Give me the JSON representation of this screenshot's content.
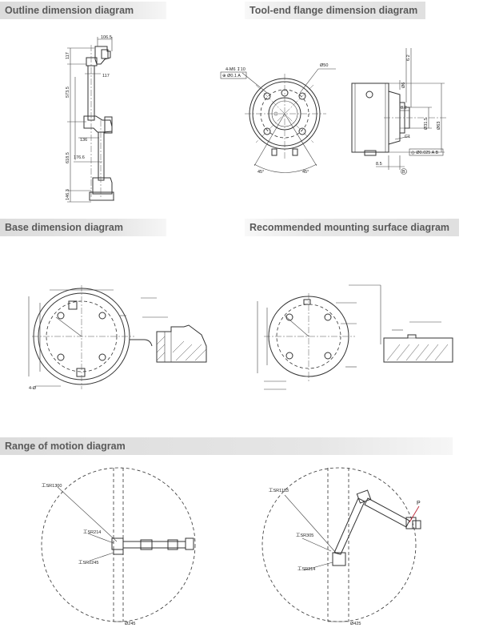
{
  "sections": {
    "outline": "Outline dimension diagram",
    "flange": "Tool-end flange dimension diagram",
    "base": "Base dimension diagram",
    "mount": "Recommended mounting surface diagram",
    "motion": "Range of motion diagram"
  },
  "outline_dims": {
    "d1": "106.5",
    "d2": "117",
    "d3": "117",
    "d4": "573.5",
    "d5": "136",
    "d6": "176.6",
    "d7": "618.5",
    "d8": "146.3"
  },
  "flange_dims": {
    "m6": "4-M6 ↧10",
    "pos": "⊕ Ø0.1 A",
    "phi50": "Ø50",
    "a1": "45°",
    "a2": "45°",
    "h6": "Ø6",
    "six2": "6.2",
    "eight2": "8.2",
    "phi315": "Ø31.5",
    "phi63": "Ø63",
    "c1": "C1",
    "runout": "◎ Ø0.025 A B",
    "eightfive": "8.5",
    "datum_b": "B"
  },
  "base_dims": {
    "holes": "4-Ø"
  },
  "motion_dims": {
    "l_sr1300": "工SR1300",
    "l_sr214": "工SR214",
    "l_sr245": "工SR0245",
    "l_phi245": "Ø245",
    "r_sr1183": "工SR1183",
    "r_sr305": "工SR305",
    "r_sr314": "工SR314",
    "r_phi425": "Ø425",
    "r_p": "P"
  }
}
